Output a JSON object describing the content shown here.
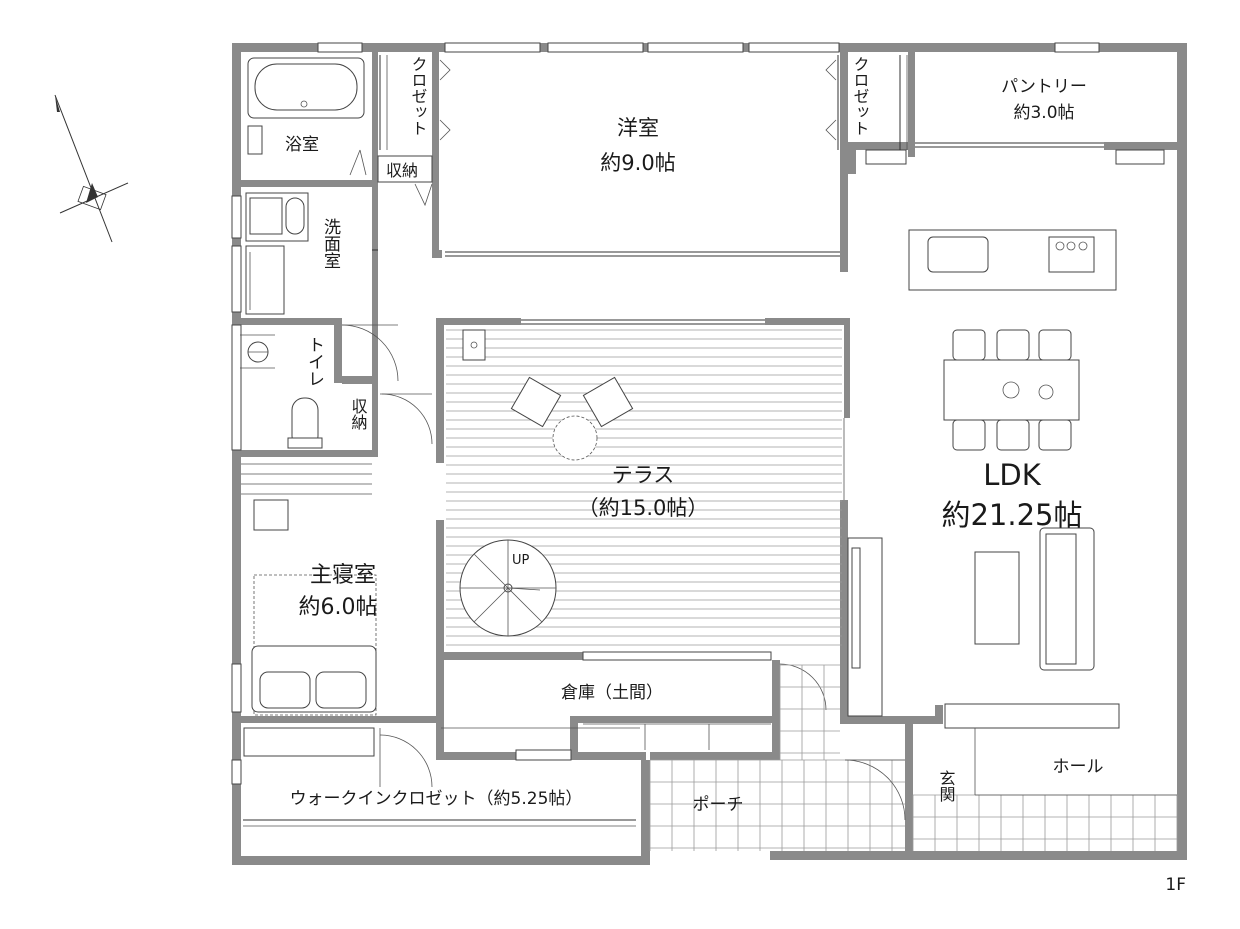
{
  "floor_label": "1F",
  "rooms": {
    "bath": "浴室",
    "closet_left": "クロゼット",
    "closet_right": "クロゼット",
    "storage_small": "収納",
    "washroom": "洗面室",
    "western_room": {
      "name": "洋室",
      "size": "約9.0帖"
    },
    "pantry": {
      "name": "パントリー",
      "size": "約3.0帖"
    },
    "toilet": "トイレ",
    "storage_toilet": "収納",
    "terrace": {
      "name": "テラス",
      "size": "（約15.0帖）"
    },
    "stair_up": "UP",
    "ldk": {
      "name": "LDK",
      "size": "約21.25帖"
    },
    "master_bedroom": {
      "name": "主寝室",
      "size": "約6.0帖"
    },
    "warehouse": "倉庫（土間）",
    "walk_in_closet": "ウォークインクロゼット（約5.25帖）",
    "porch": "ポーチ",
    "entrance": "玄関",
    "hall": "ホール"
  }
}
